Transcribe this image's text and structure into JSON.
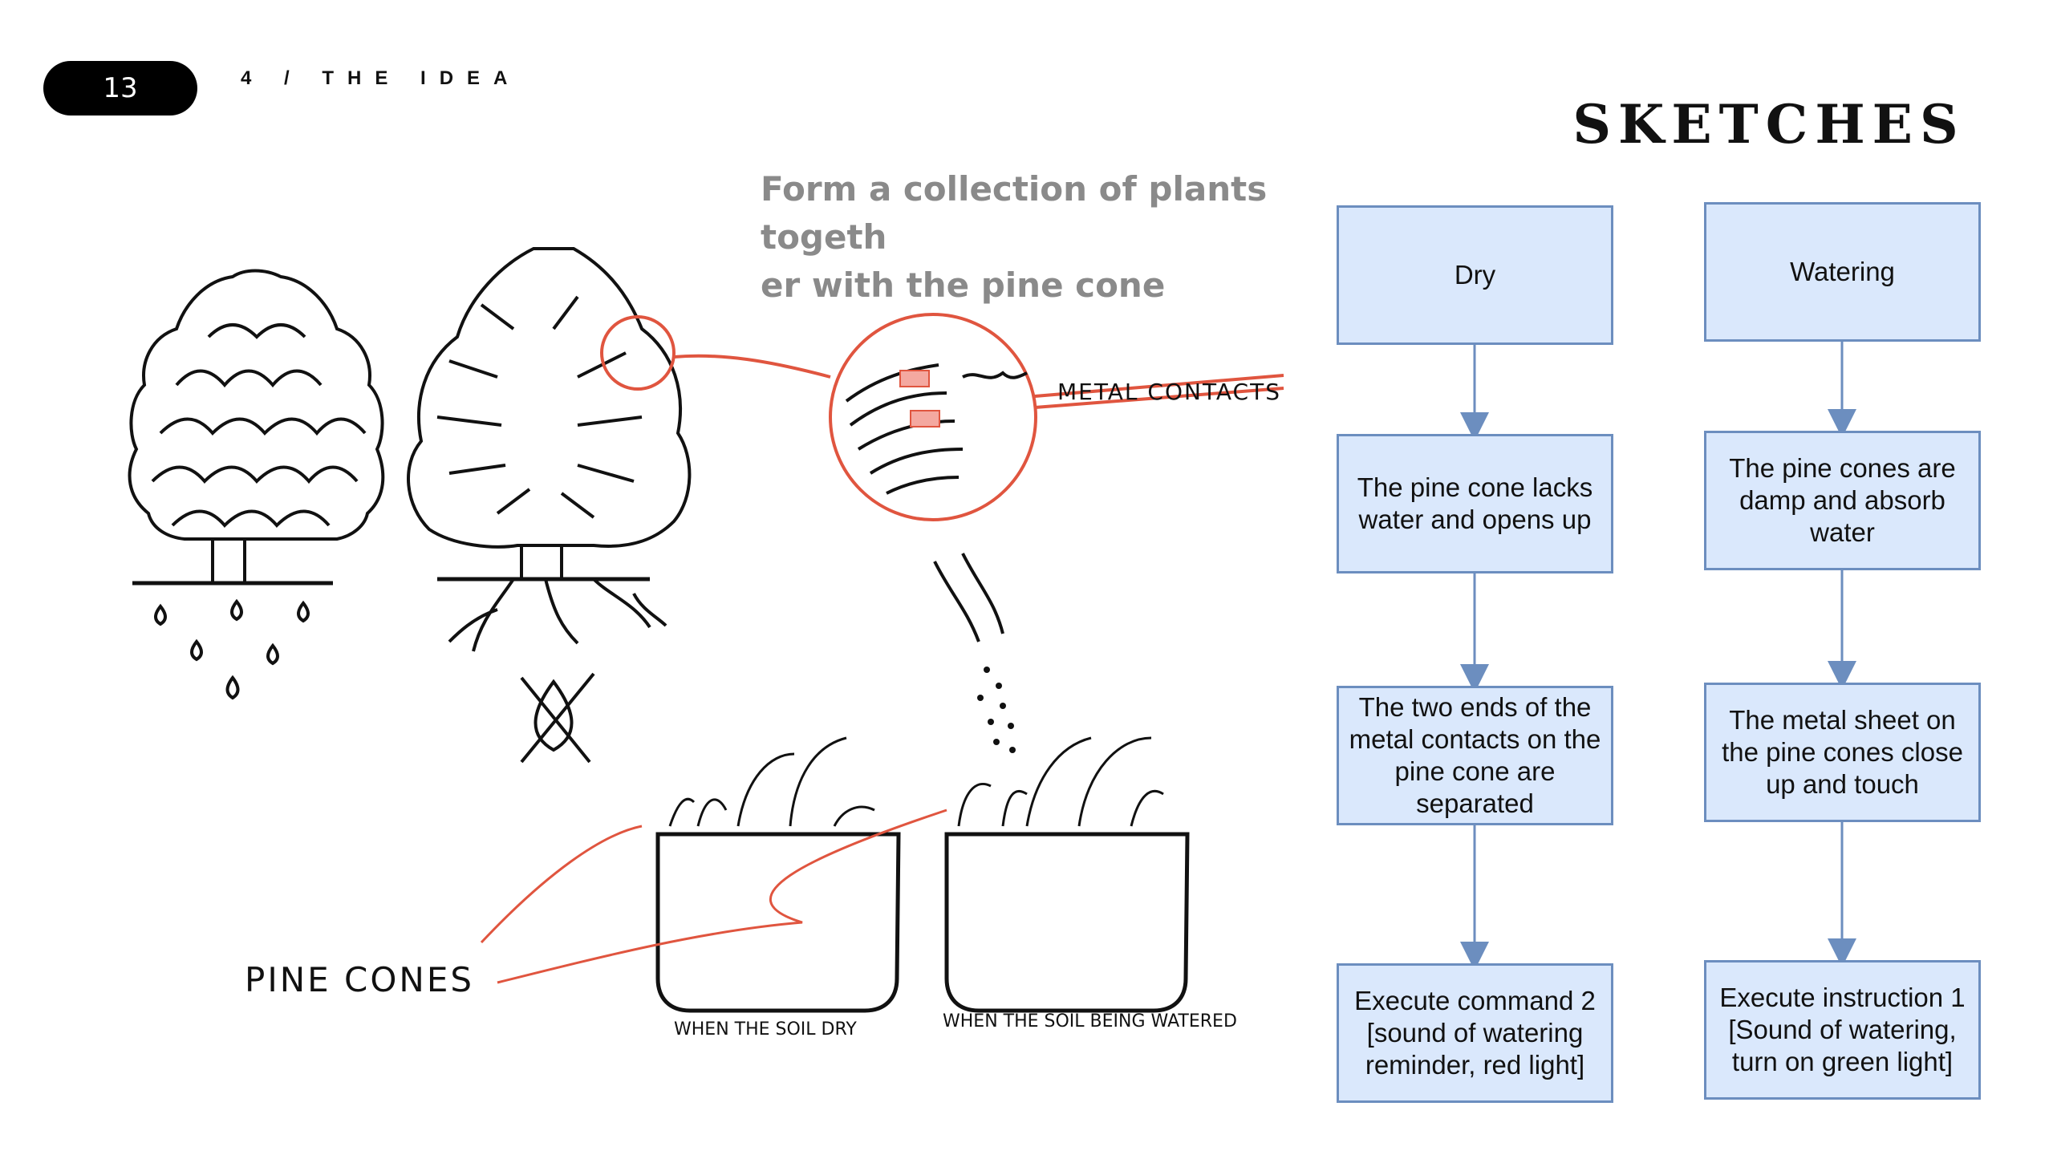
{
  "header": {
    "page_number": "13",
    "section": "4 / THE IDEA",
    "title": "SKETCHES"
  },
  "subtitle": {
    "line1": "Form a collection of plants togeth",
    "line2": "er with the pine cone"
  },
  "sketch_labels": {
    "metal_contacts": "METAL CONTACTS",
    "pine_cones": "PINE CONES",
    "when_dry": "WHEN THE SOIL DRY",
    "when_watered": "WHEN THE SOIL BEING WATERED"
  },
  "flowchart": {
    "left": [
      "Dry",
      "The pine cone lacks water and opens up",
      "The two ends of the metal contacts on the pine cone are separated",
      "Execute command 2 [sound of watering reminder, red light]"
    ],
    "right": [
      "Watering",
      "The pine cones are damp and absorb water",
      "The metal sheet on the pine cones close up and touch",
      "Execute instruction 1 [Sound of watering, turn on green light]"
    ]
  },
  "colors": {
    "accent_red": "#e0553f",
    "box_fill": "#dae8fc",
    "box_border": "#6c8ebf"
  }
}
